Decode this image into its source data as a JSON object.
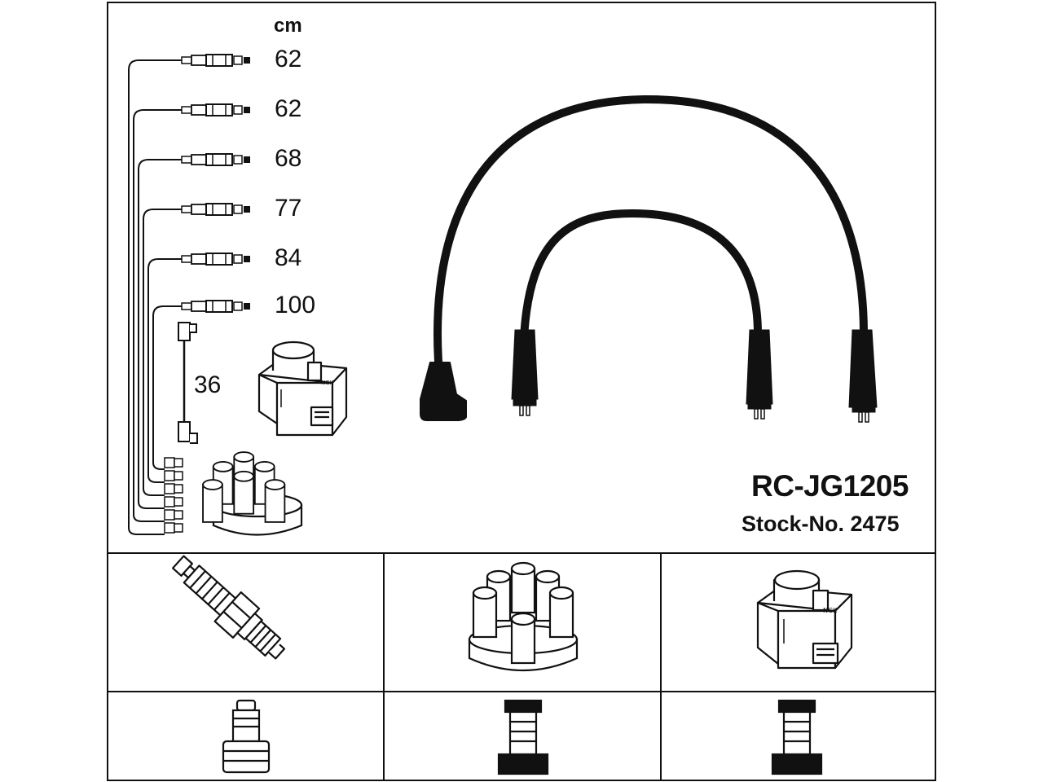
{
  "diagram": {
    "unit": "cm",
    "cable_lengths": [
      "62",
      "62",
      "68",
      "77",
      "84",
      "100"
    ],
    "coil_cable_length": "36",
    "model": "RC-JG1205",
    "stock_number": "Stock-No. 2475"
  },
  "components": {
    "top_row": [
      "spark-plug",
      "distributor-cap",
      "ignition-coil"
    ],
    "bottom_row": [
      "plug-connector-straight",
      "cap-connector",
      "coil-connector"
    ]
  },
  "colors": {
    "line": "#111111",
    "background": "#ffffff"
  }
}
